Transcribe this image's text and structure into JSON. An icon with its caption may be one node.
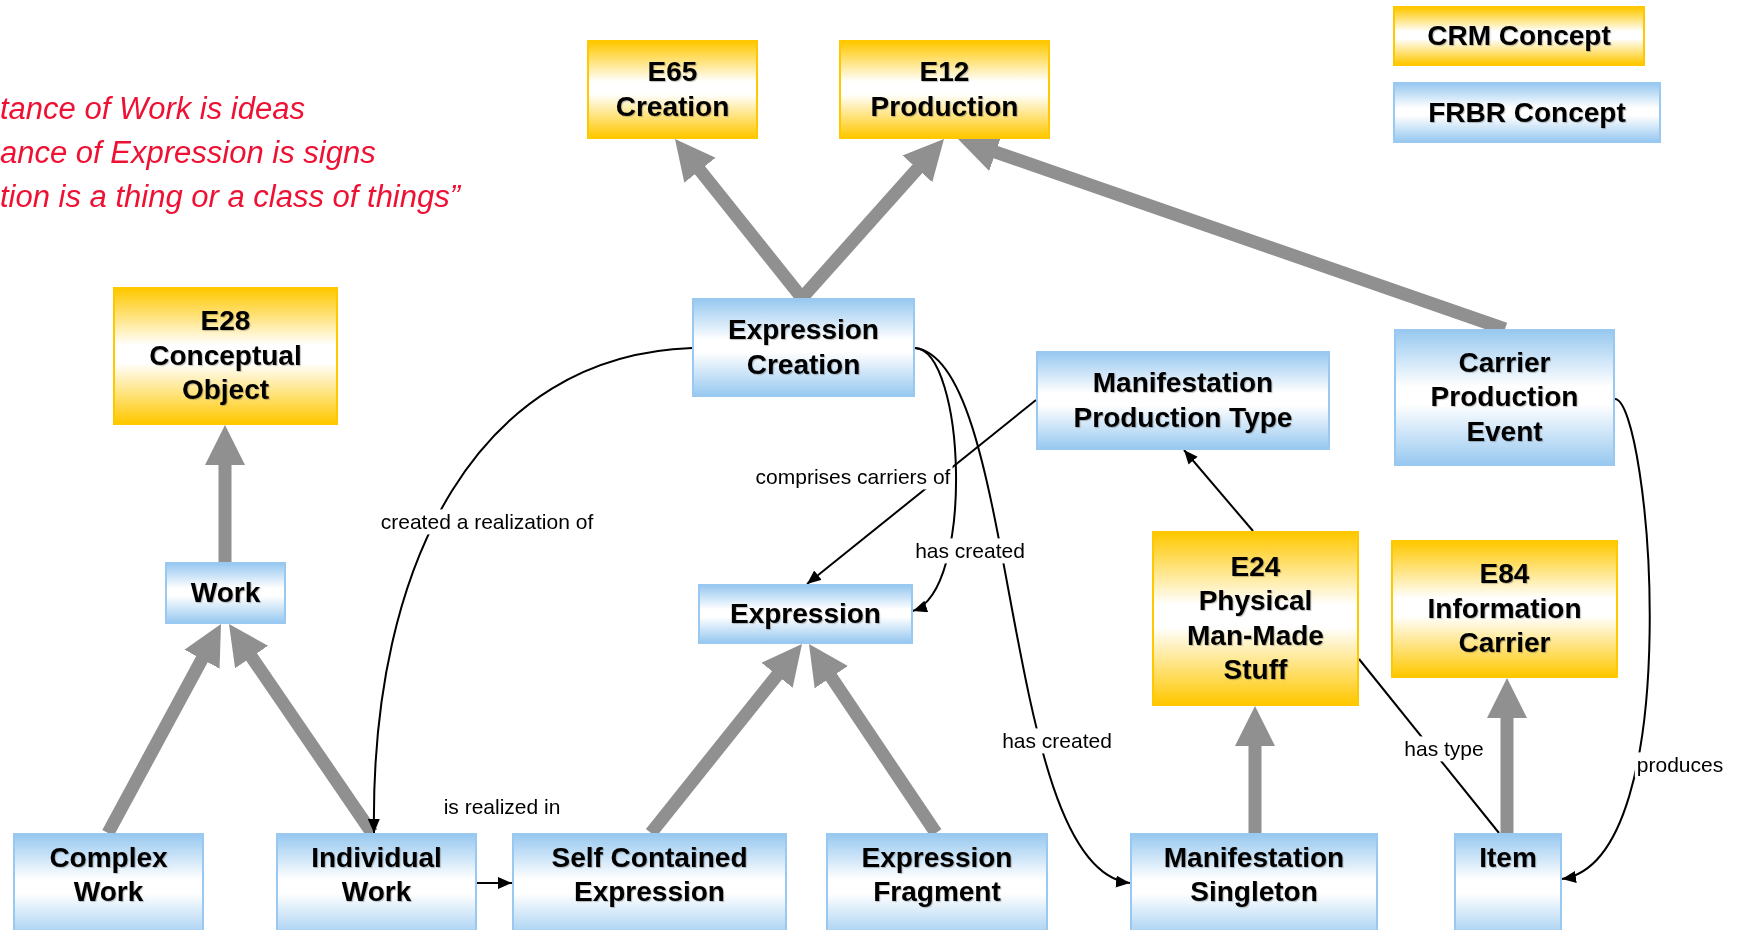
{
  "diagram": {
    "nodes": [
      {
        "text": [
          "E65 Creation"
        ]
      },
      {
        "text": [
          "E12 Production"
        ]
      },
      {
        "text": [
          "E28 Conceptual Object"
        ]
      },
      {
        "text": [
          "Expression Creation"
        ]
      },
      {
        "text": [
          "Manifestation Production Type"
        ]
      },
      {
        "text": [
          "Carrier Production Event"
        ]
      },
      {
        "text": [
          "Work"
        ]
      },
      {
        "text": [
          "Expression"
        ]
      },
      {
        "text": [
          "E24 Physical Man-Made Stuff"
        ]
      },
      {
        "text": [
          "E84 Information Carrier"
        ]
      },
      {
        "text": [
          "Complex Work"
        ]
      },
      {
        "text": [
          "Individual Work"
        ]
      },
      {
        "text": [
          "Self Contained Expression"
        ]
      },
      {
        "text": [
          "Expression Fragment"
        ]
      },
      {
        "text": [
          "Manifestation Singleton"
        ]
      },
      {
        "text": [
          "Item"
        ]
      }
    ],
    "edges": [
      {
        "from": 3,
        "to": 0,
        "arrow": "to"
      },
      {
        "from": 3,
        "to": 1,
        "arrow": "to"
      },
      {
        "from": 5,
        "to": 1,
        "arrow": "to"
      },
      {
        "from": 6,
        "to": 2,
        "arrow": "to"
      },
      {
        "from": 10,
        "to": 6,
        "arrow": "to"
      },
      {
        "from": 11,
        "to": 6,
        "arrow": "to"
      },
      {
        "from": 12,
        "to": 7,
        "arrow": "to"
      },
      {
        "from": 13,
        "to": 7,
        "arrow": "to"
      },
      {
        "from": 14,
        "to": 8,
        "arrow": "to"
      },
      {
        "from": 15,
        "to": 9,
        "arrow": "to"
      },
      {
        "from": 3,
        "to": 11,
        "arrow": "to",
        "label": "created a realization of",
        "color": "#000000"
      },
      {
        "from": 11,
        "to": 12,
        "arrow": "to",
        "label": "is realized in",
        "color": "#000000"
      },
      {
        "from": 4,
        "to": 7,
        "arrow": "to",
        "label": "comprises carriers of",
        "color": "#000000"
      },
      {
        "from": 3,
        "to": 7,
        "arrow": "to",
        "label": "has created",
        "color": "#000000"
      },
      {
        "from": 3,
        "to": 14,
        "arrow": "to",
        "label": "has created",
        "color": "#000000"
      },
      {
        "from": 8,
        "to": 4,
        "arrow": "to",
        "color": "#000000"
      },
      {
        "from": 15,
        "to": 8,
        "arrow": "none",
        "label": "has type",
        "color": "#000000"
      },
      {
        "from": 5,
        "to": 15,
        "arrow": "to",
        "label": "produces",
        "color": "#000000"
      }
    ],
    "labels": [
      "tance of Work is ideas",
      "ance of Expression is signs",
      "tion is a thing or a class of things”"
    ],
    "legend": [
      {
        "text": "CRM Concept",
        "color": "#ffc800"
      },
      {
        "text": "FRBR Concept",
        "color": "#99c9f0"
      }
    ]
  }
}
